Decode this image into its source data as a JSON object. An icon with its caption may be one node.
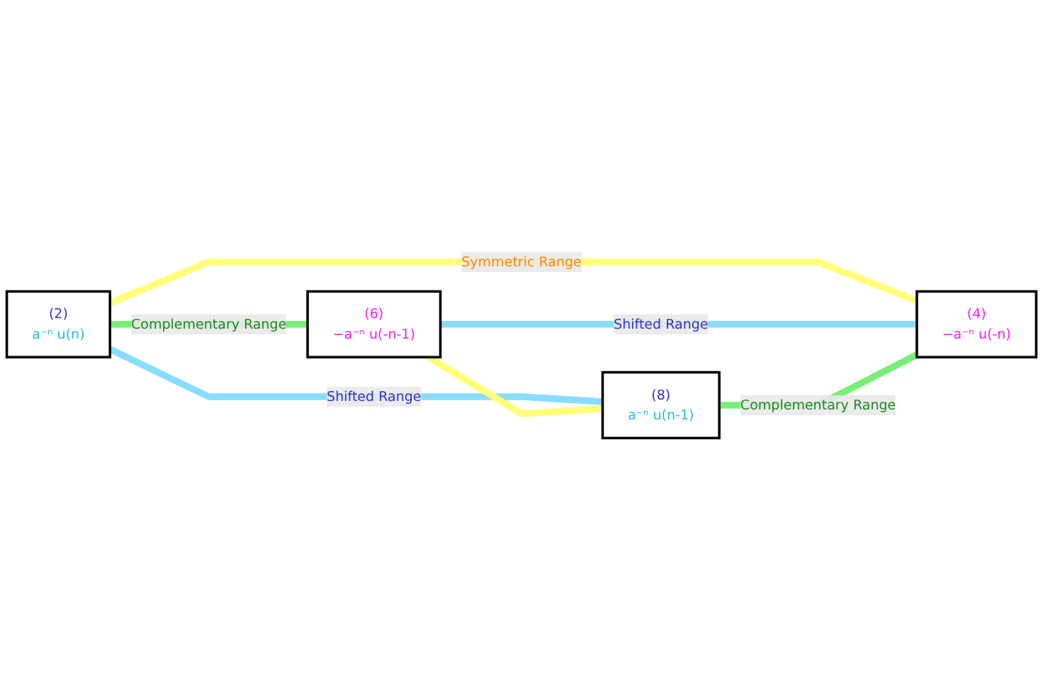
{
  "diagram": {
    "nodes": [
      {
        "text": [
          "(2)",
          "a⁻ⁿ u(n)"
        ]
      },
      {
        "text": [
          "(6)",
          "−a⁻ⁿ u(-n-1)"
        ]
      },
      {
        "text": [
          "(8)",
          "a⁻ⁿ u(n-1)"
        ]
      },
      {
        "text": [
          "(4)",
          "−a⁻ⁿ u(-n)"
        ]
      }
    ],
    "edges": [
      {
        "from": 0,
        "to": 1,
        "arrow": "none",
        "label": "Complementary Range",
        "color": "#77ee77"
      },
      {
        "from": 0,
        "to": 2,
        "arrow": "none",
        "label": "Shifted Range",
        "color": "#88ddff"
      },
      {
        "from": 0,
        "to": 3,
        "arrow": "none",
        "label": "Symmetric Range",
        "color": "#ffff77"
      },
      {
        "from": 1,
        "to": 2,
        "arrow": "none",
        "color": "#ffff77"
      },
      {
        "from": 1,
        "to": 3,
        "arrow": "none",
        "label": "Shifted Range",
        "color": "#88ddff"
      },
      {
        "from": 2,
        "to": 3,
        "arrow": "none",
        "label": "Complementary Range",
        "color": "#77ee77"
      }
    ]
  }
}
